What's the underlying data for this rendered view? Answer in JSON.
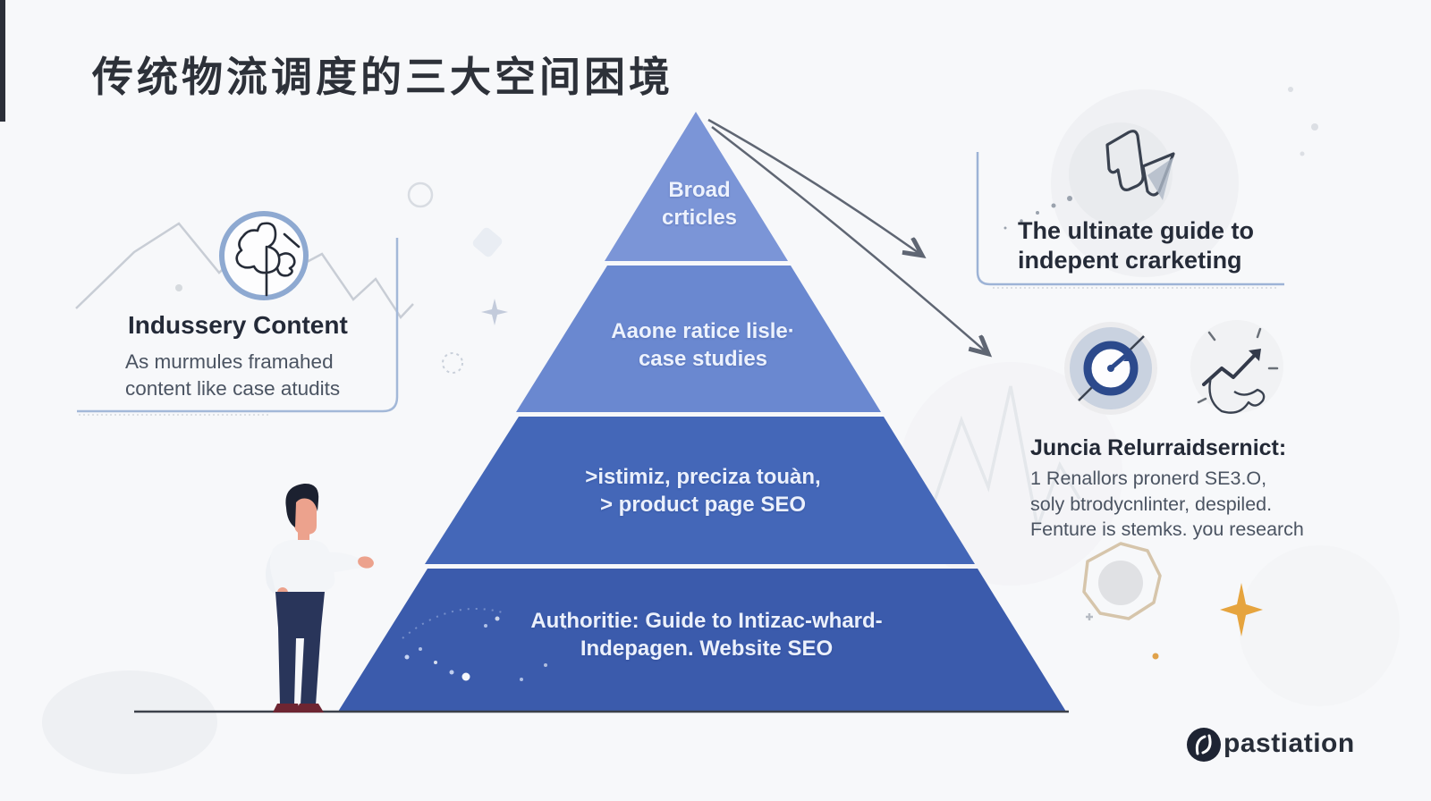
{
  "page": {
    "title": "传统物流调度的三大空间困境",
    "brand": "pastiation"
  },
  "pyramid": {
    "levels": [
      {
        "label_line1": "Broad",
        "label_line2": "crticles",
        "color": "#7b95d7"
      },
      {
        "label_line1": "Aaone ratice lisle·",
        "label_line2": "case studies",
        "color": "#6a88d0"
      },
      {
        "label_line1": ">istimiz, preciza touàn,",
        "label_line2": "> product page SEO",
        "color": "#4467b8"
      },
      {
        "label_line1": "Authoritie: Guide to Intizac-whard-",
        "label_line2": "Indepagen. Website SEO",
        "color": "#3b5bac"
      }
    ]
  },
  "left_card": {
    "icon": "team-doodle-icon",
    "heading": "Indussery Content",
    "body_line1": "As murmules framahed",
    "body_line2": "content like case atudits"
  },
  "callout_top_right": {
    "icon": "rocket-icon",
    "heading_line1": "The ultinate guide to",
    "heading_line2": "indepent crarketing"
  },
  "info_right": {
    "icons": [
      "gauge-icon",
      "growth-chart-icon"
    ],
    "heading": "Juncia Relurraidsernict:",
    "body_line1": "1 Renallors pronerd SE3.O,",
    "body_line2": "soly btrodycnlinter, despiled.",
    "body_line3": "Fenture is stemks. you research"
  },
  "footer": {
    "logo": "pastiation-logo-mark",
    "brand": "pastiation"
  },
  "colors": {
    "background": "#f7f8fa",
    "arrow_gray": "#5f6673",
    "panel_border_blue": "#a3b8d8",
    "ground_line": "#3c414a",
    "gold_sparkle": "#e6a43e",
    "tan_outline": "#d6c5ab"
  }
}
